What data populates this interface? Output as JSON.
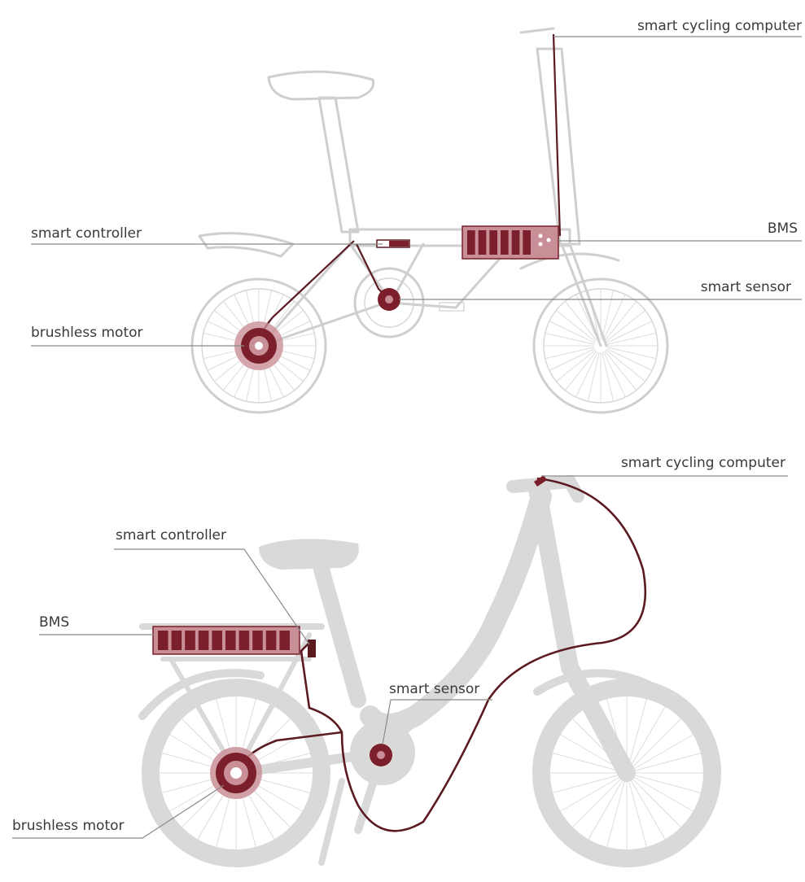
{
  "colors": {
    "component": "#7a1f2b",
    "component_light": "#c98f96",
    "wire": "#5a1a20",
    "frame_outline": "#cfcfcf",
    "frame_fill": "#d9d9d9",
    "label": "#3a3a3a"
  },
  "diagrams": [
    {
      "id": "folding-bike",
      "labels": {
        "computer": "smart cycling computer",
        "bms": "BMS",
        "controller": "smart controller",
        "sensor": "smart sensor",
        "motor": "brushless motor"
      }
    },
    {
      "id": "step-through-bike",
      "labels": {
        "computer": "smart cycling computer",
        "controller": "smart controller",
        "bms": "BMS",
        "sensor": "smart sensor",
        "motor": "brushless motor"
      }
    }
  ]
}
